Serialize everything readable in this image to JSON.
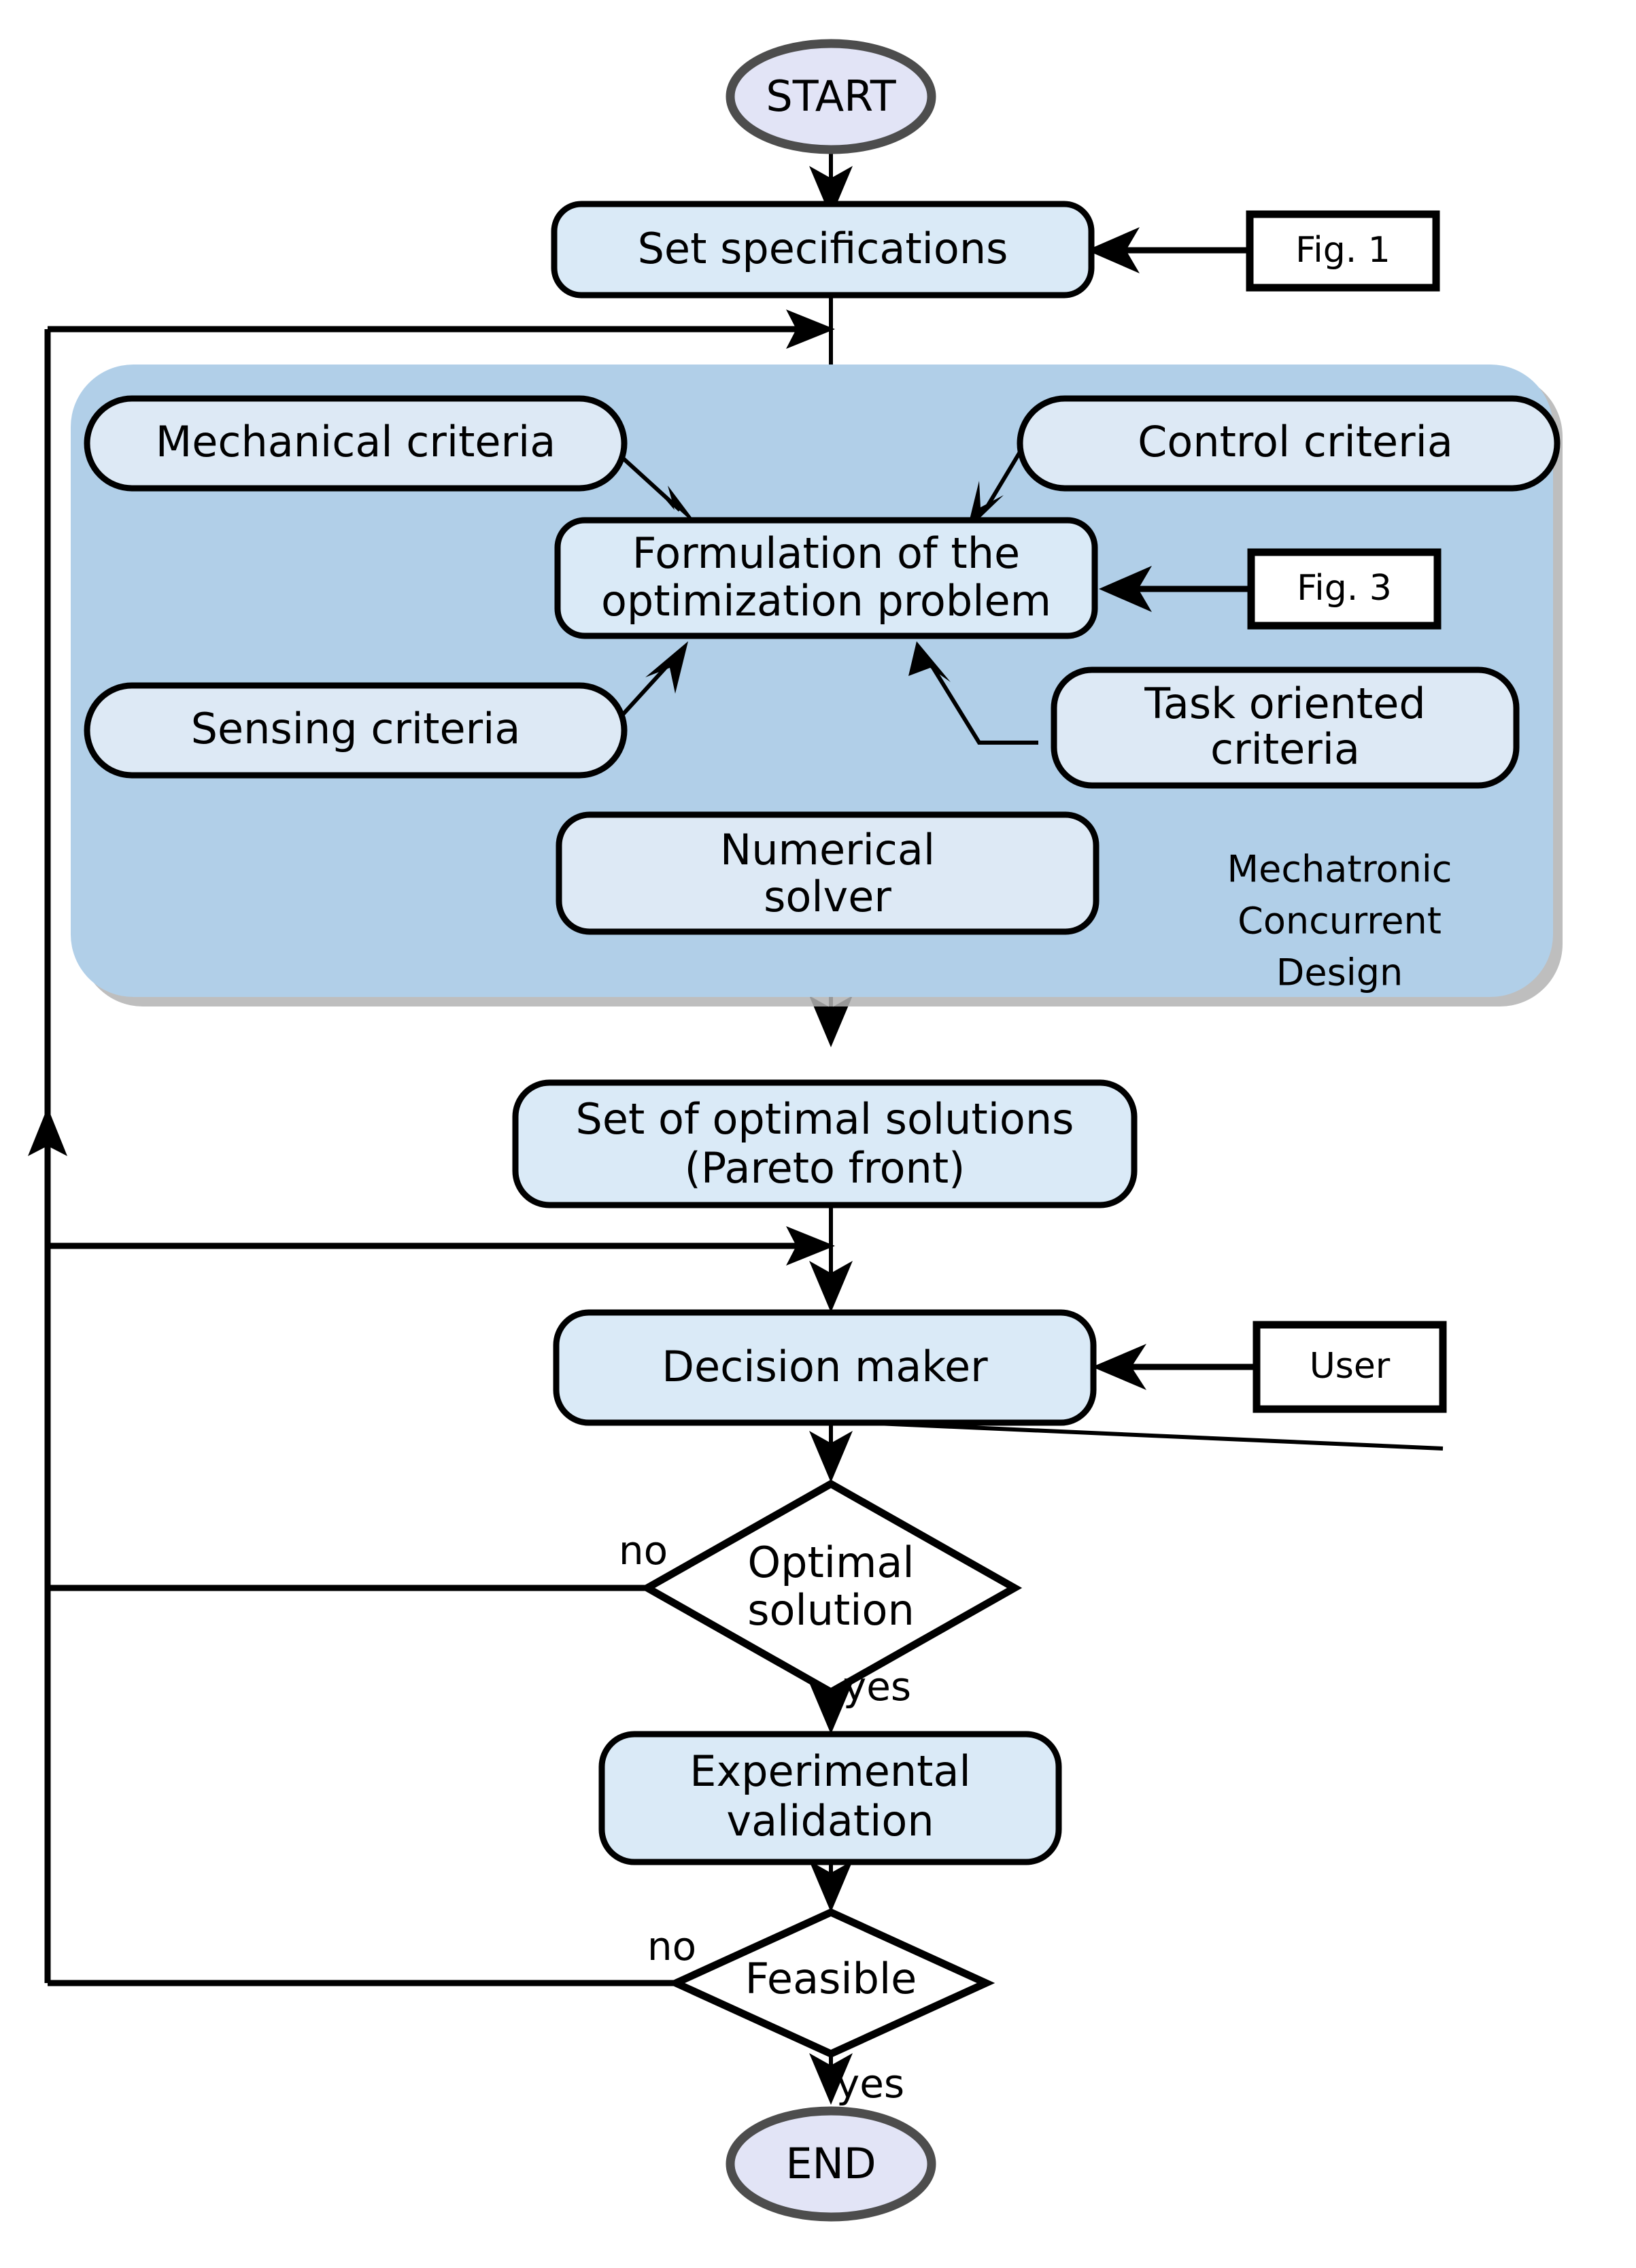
{
  "diagram": {
    "title": "Mechatronic concurrent design optimization flowchart",
    "colors": {
      "terminal_fill": "#e2e4f6",
      "terminal_stroke": "#4d4d4d",
      "process_fill": "#daeaf7",
      "process_stroke": "#000000",
      "criteria_fill": "#dde9f5",
      "panel_fill": "#b1cfe8",
      "panel_shadow": "#b3b3b3",
      "reference_fill": "#ffffff",
      "decision_fill": "#ffffff",
      "line": "#000000"
    }
  },
  "nodes": {
    "start": {
      "label": "START",
      "shape": "ellipse"
    },
    "set_specifications": {
      "label": "Set specifications",
      "shape": "rounded-rect"
    },
    "fig1": {
      "label": "Fig. 1",
      "shape": "rect"
    },
    "mechanical_criteria": {
      "label": "Mechanical criteria",
      "shape": "pill"
    },
    "control_criteria": {
      "label": "Control criteria",
      "shape": "pill"
    },
    "formulation": {
      "line1": "Formulation of the",
      "line2": "optimization problem",
      "shape": "rounded-rect"
    },
    "fig3": {
      "label": "Fig. 3",
      "shape": "rect"
    },
    "sensing_criteria": {
      "label": "Sensing criteria",
      "shape": "pill"
    },
    "task_oriented_criteria": {
      "line1": "Task oriented",
      "line2": "criteria",
      "shape": "pill"
    },
    "numerical_solver": {
      "line1": "Numerical",
      "line2": "solver",
      "shape": "rounded-rect"
    },
    "panel_label": {
      "line1": "Mechatronic",
      "line2": "Concurrent",
      "line3": "Design"
    },
    "pareto": {
      "line1": "Set of optimal solutions",
      "line2": "(Pareto front)",
      "shape": "rounded-rect"
    },
    "decision_maker": {
      "label": "Decision maker",
      "shape": "rounded-rect"
    },
    "user": {
      "label": "User",
      "shape": "rect"
    },
    "optimal_solution": {
      "line1": "Optimal",
      "line2": "solution",
      "shape": "diamond"
    },
    "experimental_validation": {
      "line1": "Experimental",
      "line2": "validation",
      "shape": "rounded-rect"
    },
    "feasible": {
      "label": "Feasible",
      "shape": "diamond"
    },
    "end": {
      "label": "END",
      "shape": "ellipse"
    }
  },
  "edge_labels": {
    "optimal_no": "no",
    "optimal_yes": "yes",
    "feasible_no": "no",
    "feasible_yes": "yes"
  }
}
